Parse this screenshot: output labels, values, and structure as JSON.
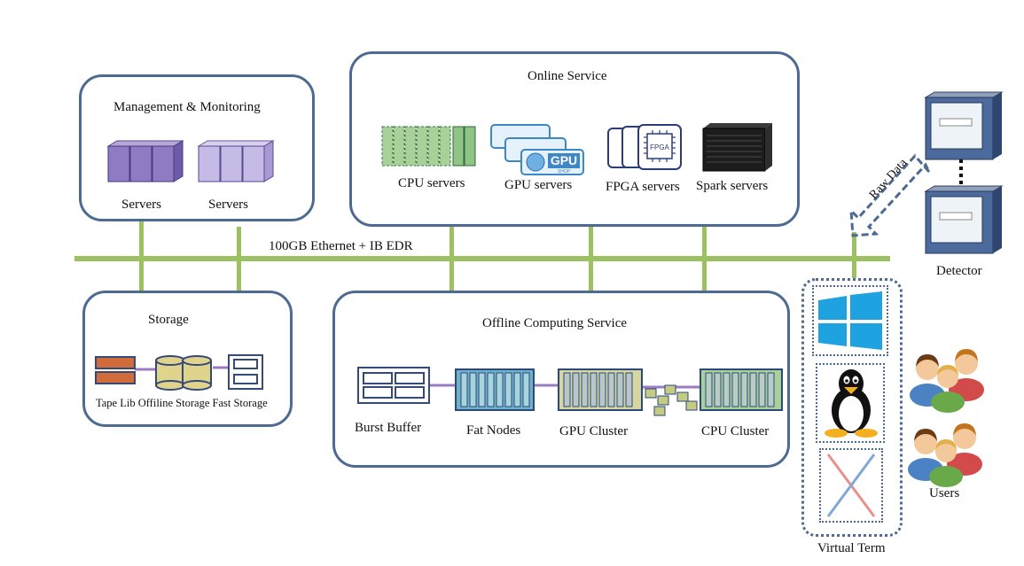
{
  "network": {
    "label": "100GB Ethernet + IB EDR"
  },
  "management": {
    "title": "Management & Monitoring",
    "servers": [
      {
        "label": "Servers"
      },
      {
        "label": "Servers"
      }
    ]
  },
  "online": {
    "title": "Online Service",
    "items": [
      {
        "label": "CPU servers"
      },
      {
        "label": "GPU servers"
      },
      {
        "label": "FPGA servers"
      },
      {
        "label": "Spark servers"
      }
    ],
    "gpu_badge": "GPU",
    "gpu_shop": "SHOP",
    "fpga_chip": "FPGA"
  },
  "storage": {
    "title": "Storage",
    "caption": "Tape Lib Offiline Storage Fast Storage"
  },
  "offline": {
    "title": "Offline Computing Service",
    "items": [
      {
        "label": "Burst Buffer"
      },
      {
        "label": "Fat Nodes"
      },
      {
        "label": "GPU Cluster"
      },
      {
        "label": "CPU Cluster"
      }
    ]
  },
  "detector": {
    "label": "Detector",
    "raw_data": "Raw Data"
  },
  "virtual_term": {
    "label": "Virtual Term"
  },
  "users": {
    "label": "Users"
  },
  "colors": {
    "panel_border": "#4d6a93",
    "network": "#9bc160",
    "link": "#9b7cc0"
  }
}
